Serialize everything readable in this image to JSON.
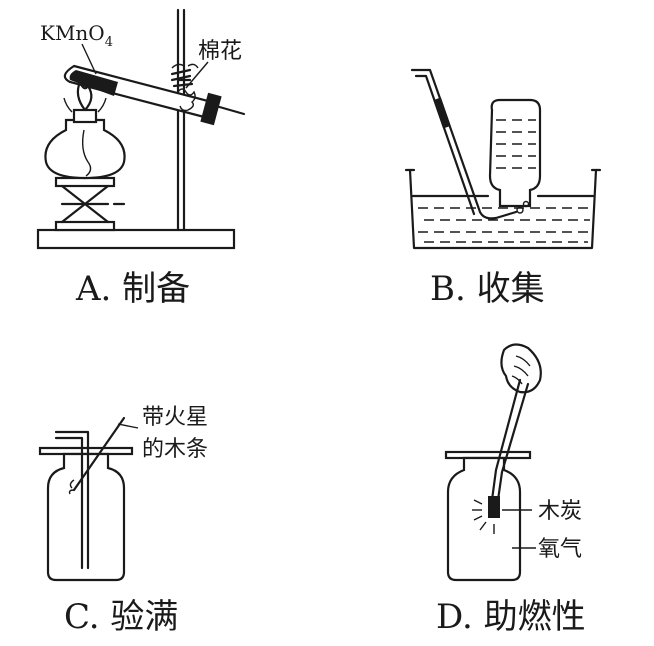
{
  "panels": {
    "a": {
      "label": "A. 制备",
      "annotations": {
        "reagent": "KMnO",
        "reagent_sub": "4",
        "cotton": "棉花"
      }
    },
    "b": {
      "label": "B. 收集"
    },
    "c": {
      "label": "C. 验满",
      "annotations": {
        "splint_line1": "带火星",
        "splint_line2": "的木条"
      }
    },
    "d": {
      "label": "D. 助燃性",
      "annotations": {
        "charcoal": "木炭",
        "oxygen": "氧气"
      }
    }
  }
}
